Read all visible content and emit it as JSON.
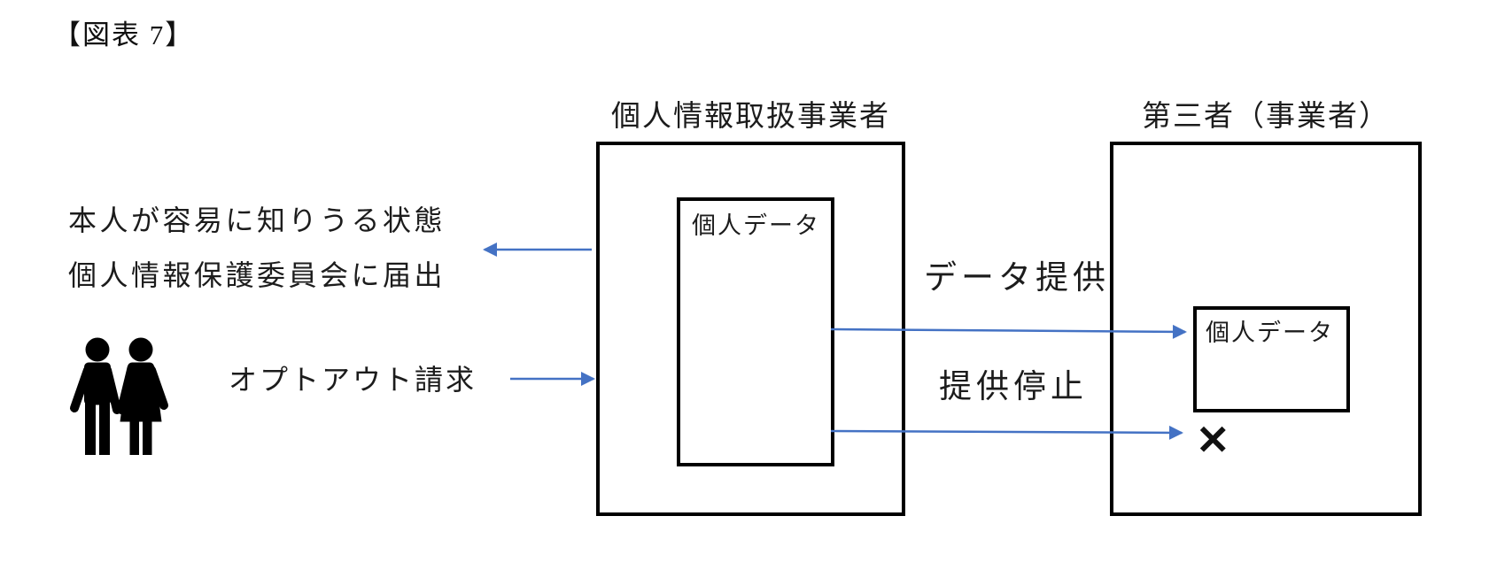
{
  "figure_label": "【図表 7】",
  "colors": {
    "arrow": "#4472C4",
    "border": "#000000",
    "text": "#1c1c1c",
    "icon": "#000000"
  },
  "left_panel": {
    "notify_lines": [
      "本人が容易に知りうる状態",
      "個人情報保護委員会に届出"
    ],
    "optout_label": "オプトアウト請求",
    "people_icon": "man-and-woman-icon"
  },
  "center_entity": {
    "title": "個人情報取扱事業者",
    "data_box_label": "個人データ"
  },
  "right_entity": {
    "title": "第三者（事業者）",
    "data_box_label": "個人データ"
  },
  "flows": {
    "provide_label": "データ提供",
    "stop_label": "提供停止",
    "stop_mark": "✕"
  }
}
